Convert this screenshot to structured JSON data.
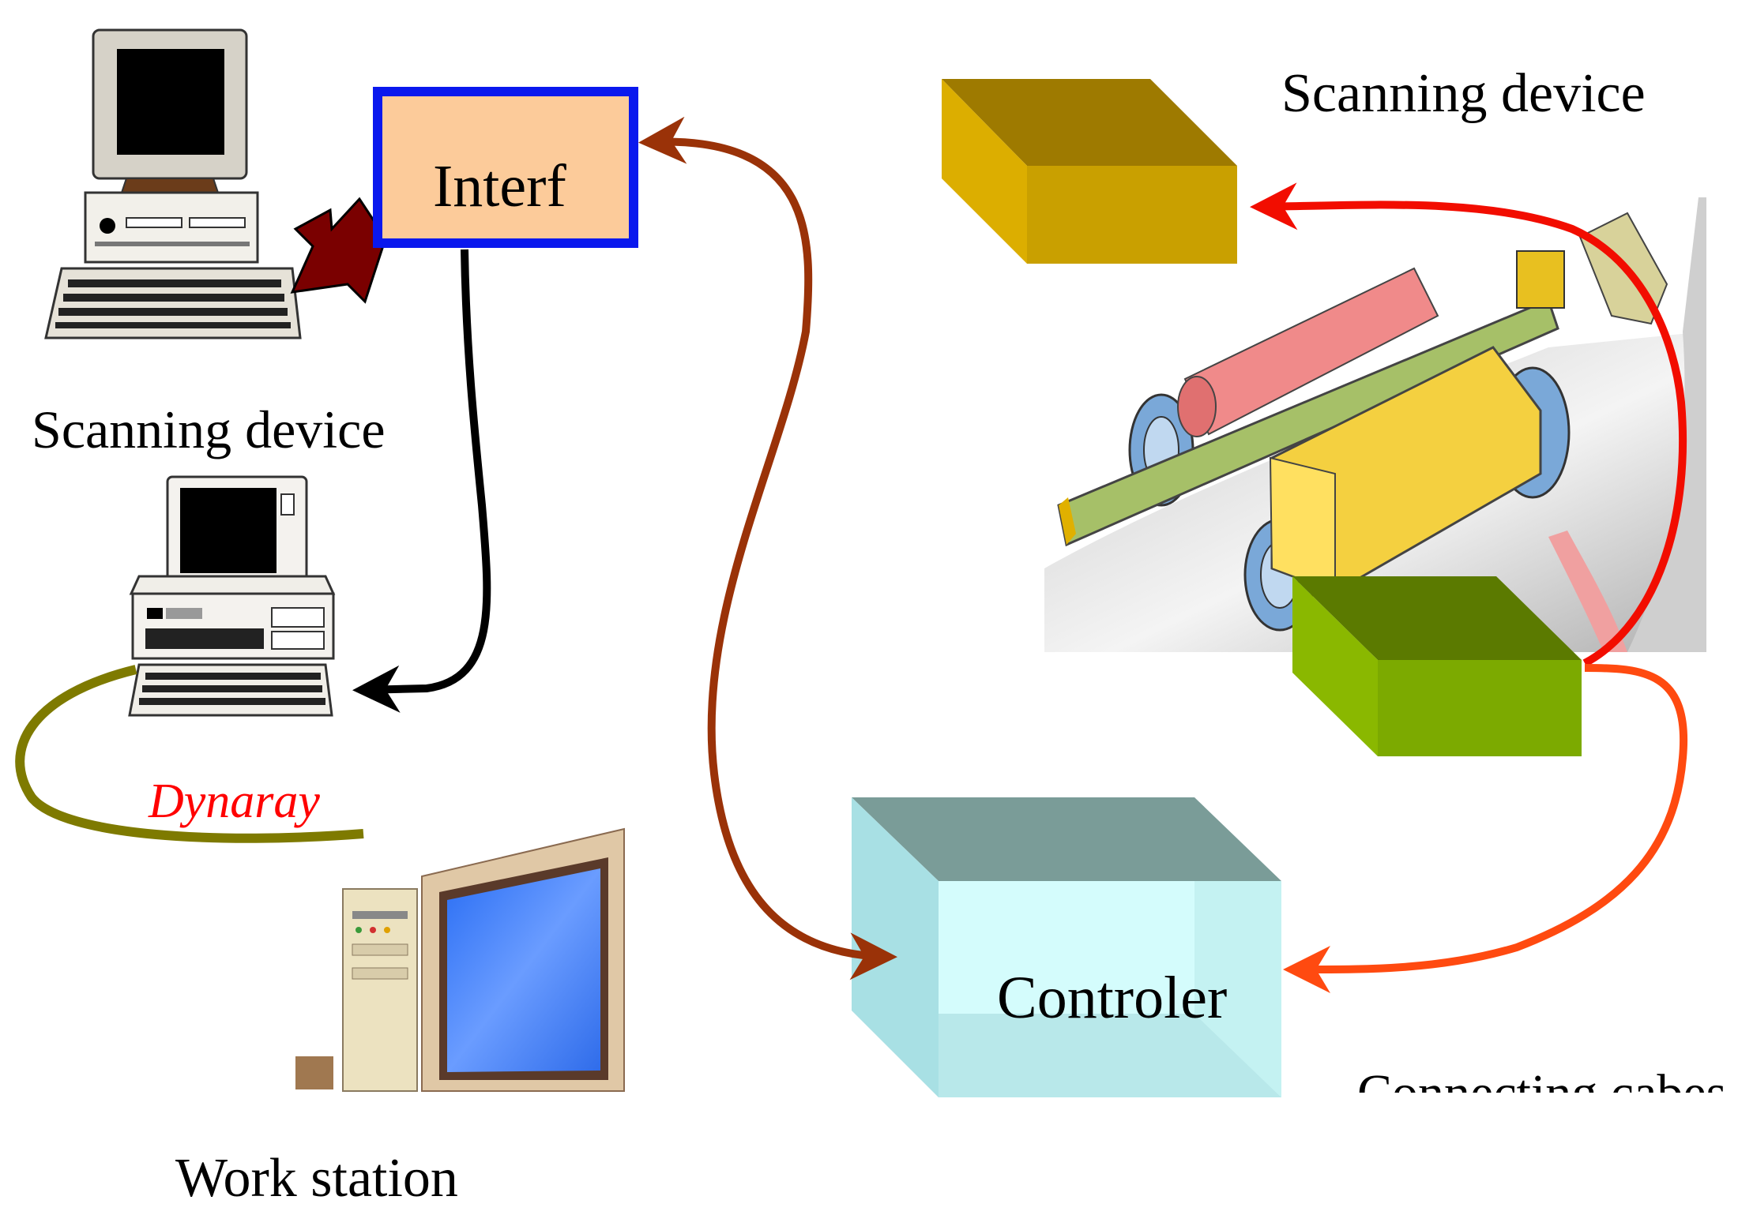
{
  "labels": {
    "interface": "Interf",
    "scanning_device_left": "Scanning device",
    "scanning_device_right": "Scanning device",
    "software": "Dynaray",
    "workstation": "Work station",
    "controller": "Controler",
    "cables": "Connecting cabes"
  },
  "colors": {
    "interface_fill": "#fccb9a",
    "interface_border": "#0a18ee",
    "controller_front": "#d4fcfc",
    "controller_top": "#7a9c98",
    "box_gold": "#c9a000",
    "box_green": "#7caa00",
    "arrow_brown": "#9a3208",
    "arrow_red": "#f20d00",
    "arrow_orange": "#ff4a10",
    "cable_olive": "#7e7a00",
    "software_text": "#ff0000"
  },
  "icons": {
    "pc_top": "desktop-computer-icon",
    "pc_middle": "desktop-computer-icon",
    "workstation": "workstation-monitor-icon",
    "scanner": "pipe-scanner-robot-icon",
    "dark_arrow": "dark-red-arrow-icon"
  }
}
